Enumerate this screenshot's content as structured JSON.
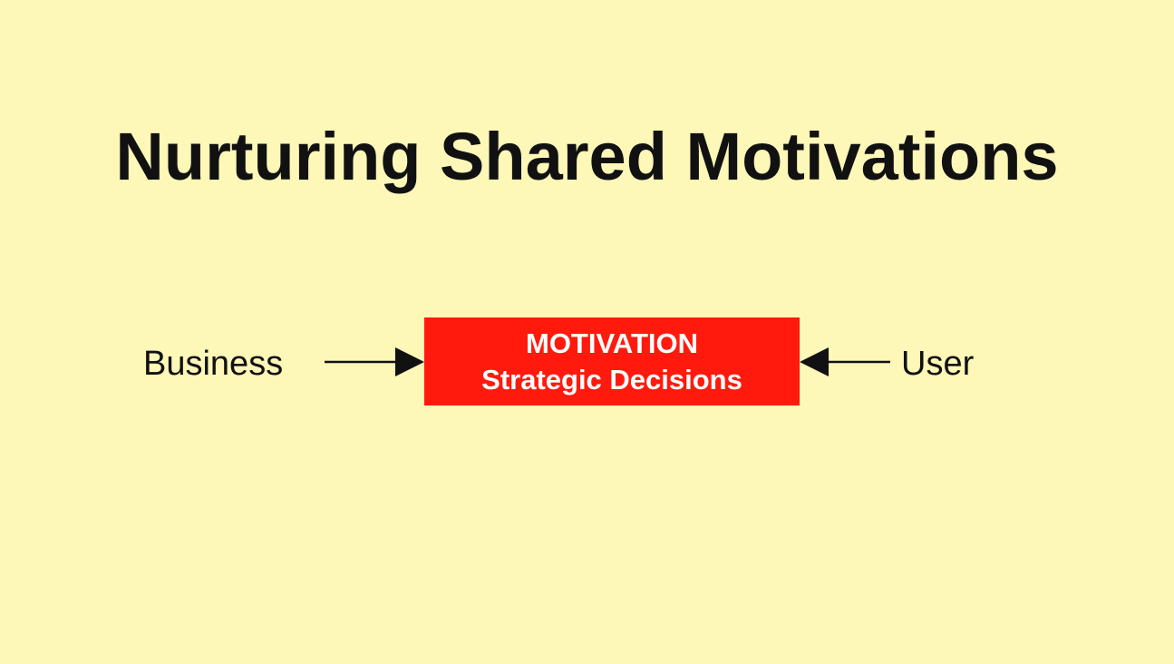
{
  "slide": {
    "title": "Nurturing Shared Motivations",
    "background_color": "#fdf7b8"
  },
  "diagram": {
    "left_input": "Business",
    "right_input": "User",
    "center_box": {
      "line1": "MOTIVATION",
      "line2": "Strategic Decisions",
      "fill_color": "#ff1a0d",
      "text_color": "#ffffff"
    },
    "arrow_color": "#111111"
  }
}
